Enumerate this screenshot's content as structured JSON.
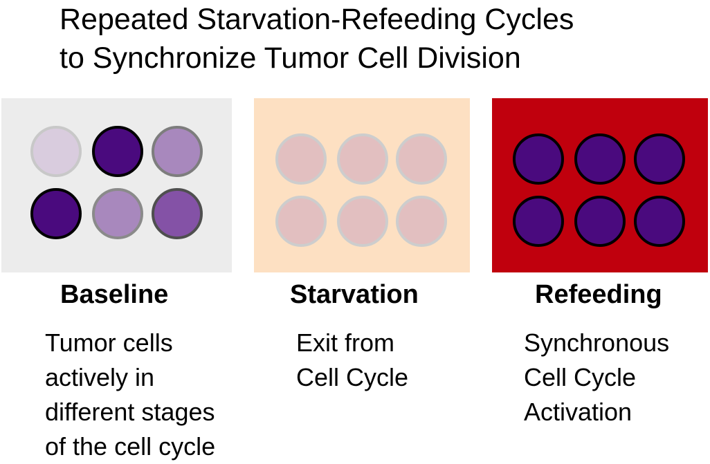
{
  "title": {
    "line1": "Repeated Starvation-Refeeding Cycles",
    "line2": "to Synchronize Tumor Cell Division"
  },
  "panels": [
    {
      "heading": "Baseline",
      "description": [
        "Tumor cells",
        "actively in",
        "different stages",
        "of the cell cycle"
      ],
      "background": "#ececec",
      "cells": [
        {
          "fill": "#d9ccde",
          "stroke": "#c8c8c8"
        },
        {
          "fill": "#4a0a7e",
          "stroke": "#000000"
        },
        {
          "fill": "#a888bd",
          "stroke": "#7d7d7d"
        },
        {
          "fill": "#4a0a7e",
          "stroke": "#000000"
        },
        {
          "fill": "#a888bd",
          "stroke": "#8a8a8a"
        },
        {
          "fill": "#8452a6",
          "stroke": "#4f4f4f"
        }
      ]
    },
    {
      "heading": "Starvation",
      "description": [
        "Exit from",
        "Cell Cycle"
      ],
      "background": "#fde0c2",
      "cells": [
        {
          "fill": "#e2bfc0",
          "stroke": "#cdcdcd"
        },
        {
          "fill": "#e2bfc0",
          "stroke": "#cdcdcd"
        },
        {
          "fill": "#e2bfc0",
          "stroke": "#cdcdcd"
        },
        {
          "fill": "#e2bfc0",
          "stroke": "#cdcdcd"
        },
        {
          "fill": "#e2bfc0",
          "stroke": "#cdcdcd"
        },
        {
          "fill": "#e2bfc0",
          "stroke": "#cdcdcd"
        }
      ]
    },
    {
      "heading": "Refeeding",
      "description": [
        "Synchronous",
        "Cell Cycle",
        "Activation"
      ],
      "background": "#c0000d",
      "cells": [
        {
          "fill": "#4a0a7e",
          "stroke": "#000000"
        },
        {
          "fill": "#4a0a7e",
          "stroke": "#000000"
        },
        {
          "fill": "#4a0a7e",
          "stroke": "#000000"
        },
        {
          "fill": "#4a0a7e",
          "stroke": "#000000"
        },
        {
          "fill": "#4a0a7e",
          "stroke": "#000000"
        },
        {
          "fill": "#4a0a7e",
          "stroke": "#000000"
        }
      ]
    }
  ]
}
